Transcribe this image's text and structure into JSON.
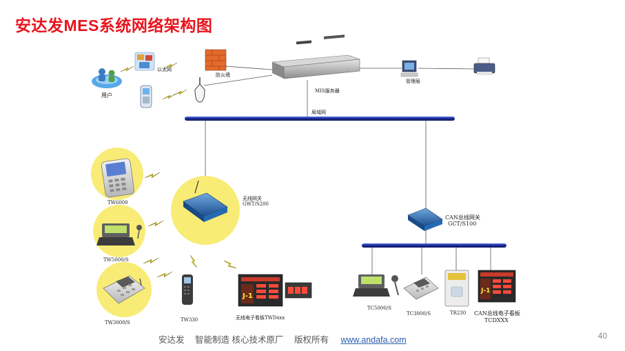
{
  "title": "安达发MES系统网络架构图",
  "labels": {
    "users": "用户",
    "ethernet": "以太网",
    "firewall": "防火墙",
    "mis_server": "MIS服务器",
    "management": "管理层",
    "lan": "局域网",
    "wireless_gateway": "无线网关",
    "wireless_gateway_model": "GWT/S200",
    "can_gateway": "CAN总线网关",
    "can_gateway_model": "GCT/S100",
    "tw6000": "TW6000",
    "tw5000": "TW5000/S",
    "tw3000": "TW3000/S",
    "tw330": "TW330",
    "wireless_board": "无线电子看板TWDxxx",
    "tc5000": "TC5000/S",
    "tc3000": "TC3000/S",
    "tr230": "TR230",
    "can_board": "CAN总线电子看板",
    "can_board_model": "TCDXXX"
  },
  "footer": {
    "company": "安达发",
    "slogan": "智能制造 核心技术原厂",
    "copyright": "版权所有",
    "url": "www.andafa.com"
  },
  "page_number": "40",
  "colors": {
    "title": "#e8141d",
    "bus": "#1c2b8c",
    "device_circle": "#f8ec76",
    "gateway": "#2f6fb6"
  }
}
